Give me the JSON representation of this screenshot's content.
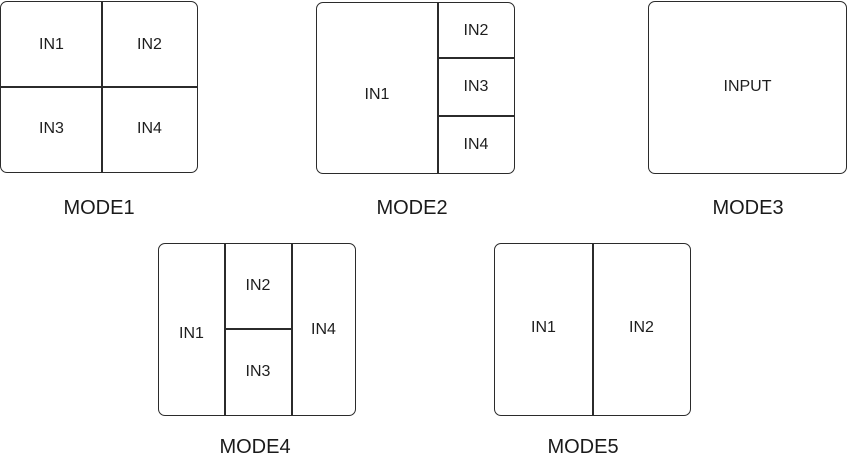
{
  "modes": [
    {
      "caption": "MODE1",
      "cells": [
        "IN1",
        "IN2",
        "IN3",
        "IN4"
      ]
    },
    {
      "caption": "MODE2",
      "cells": [
        "IN1",
        "IN2",
        "IN3",
        "IN4"
      ]
    },
    {
      "caption": "MODE3",
      "cells": [
        "INPUT"
      ]
    },
    {
      "caption": "MODE4",
      "cells": [
        "IN1",
        "IN2",
        "IN3",
        "IN4"
      ]
    },
    {
      "caption": "MODE5",
      "cells": [
        "IN1",
        "IN2"
      ]
    }
  ]
}
